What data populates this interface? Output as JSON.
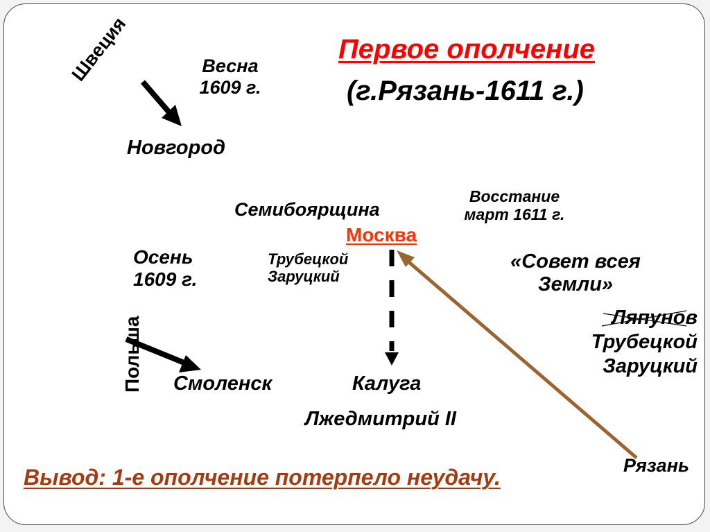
{
  "title": {
    "line1": "Первое ополчение",
    "line2": "(г.Рязань-1611 г.)"
  },
  "labels": {
    "sweden": "Швеция",
    "spring_1609": [
      "Весна",
      "1609 г."
    ],
    "novgorod": "Новгород",
    "seven_boyars": "Семибоярщина",
    "moscow": "Москва",
    "uprising": [
      "Восстание",
      "март  1611 г."
    ],
    "autumn_1609": [
      "Осень",
      "1609 г."
    ],
    "trubetskoy_zarutsky_left": [
      "Трубецкой",
      "Заруцкий"
    ],
    "poland": "Польша",
    "smolensk": "Смоленск",
    "kaluga": "Калуга",
    "false_dmitry": "Лжедмитрий II",
    "council": [
      "«Совет всея",
      "Земли»"
    ],
    "leaders": [
      {
        "name": "Ляпунов",
        "struck": true
      },
      {
        "name": "Трубецкой",
        "struck": false
      },
      {
        "name": "Заруцкий",
        "struck": false
      }
    ],
    "ryazan": "Рязань"
  },
  "conclusion": "Вывод:  1-е ополчение потерпело неудачу.",
  "arrows": [
    {
      "from": "Швеция",
      "to": "Новгород",
      "style": "solid",
      "color": "#000000"
    },
    {
      "from": "Польша",
      "to": "Смоленск",
      "style": "solid",
      "color": "#000000"
    },
    {
      "from": "Москва",
      "to": "Калуга",
      "style": "dashed",
      "color": "#000000"
    },
    {
      "from": "Рязань",
      "to": "Москва",
      "style": "solid",
      "color": "#9b6531"
    }
  ],
  "colors": {
    "title": "#ff0000",
    "moscow": "#ff3300",
    "conclusion": "#a63a10",
    "ryazan_arrow": "#9b6531"
  }
}
